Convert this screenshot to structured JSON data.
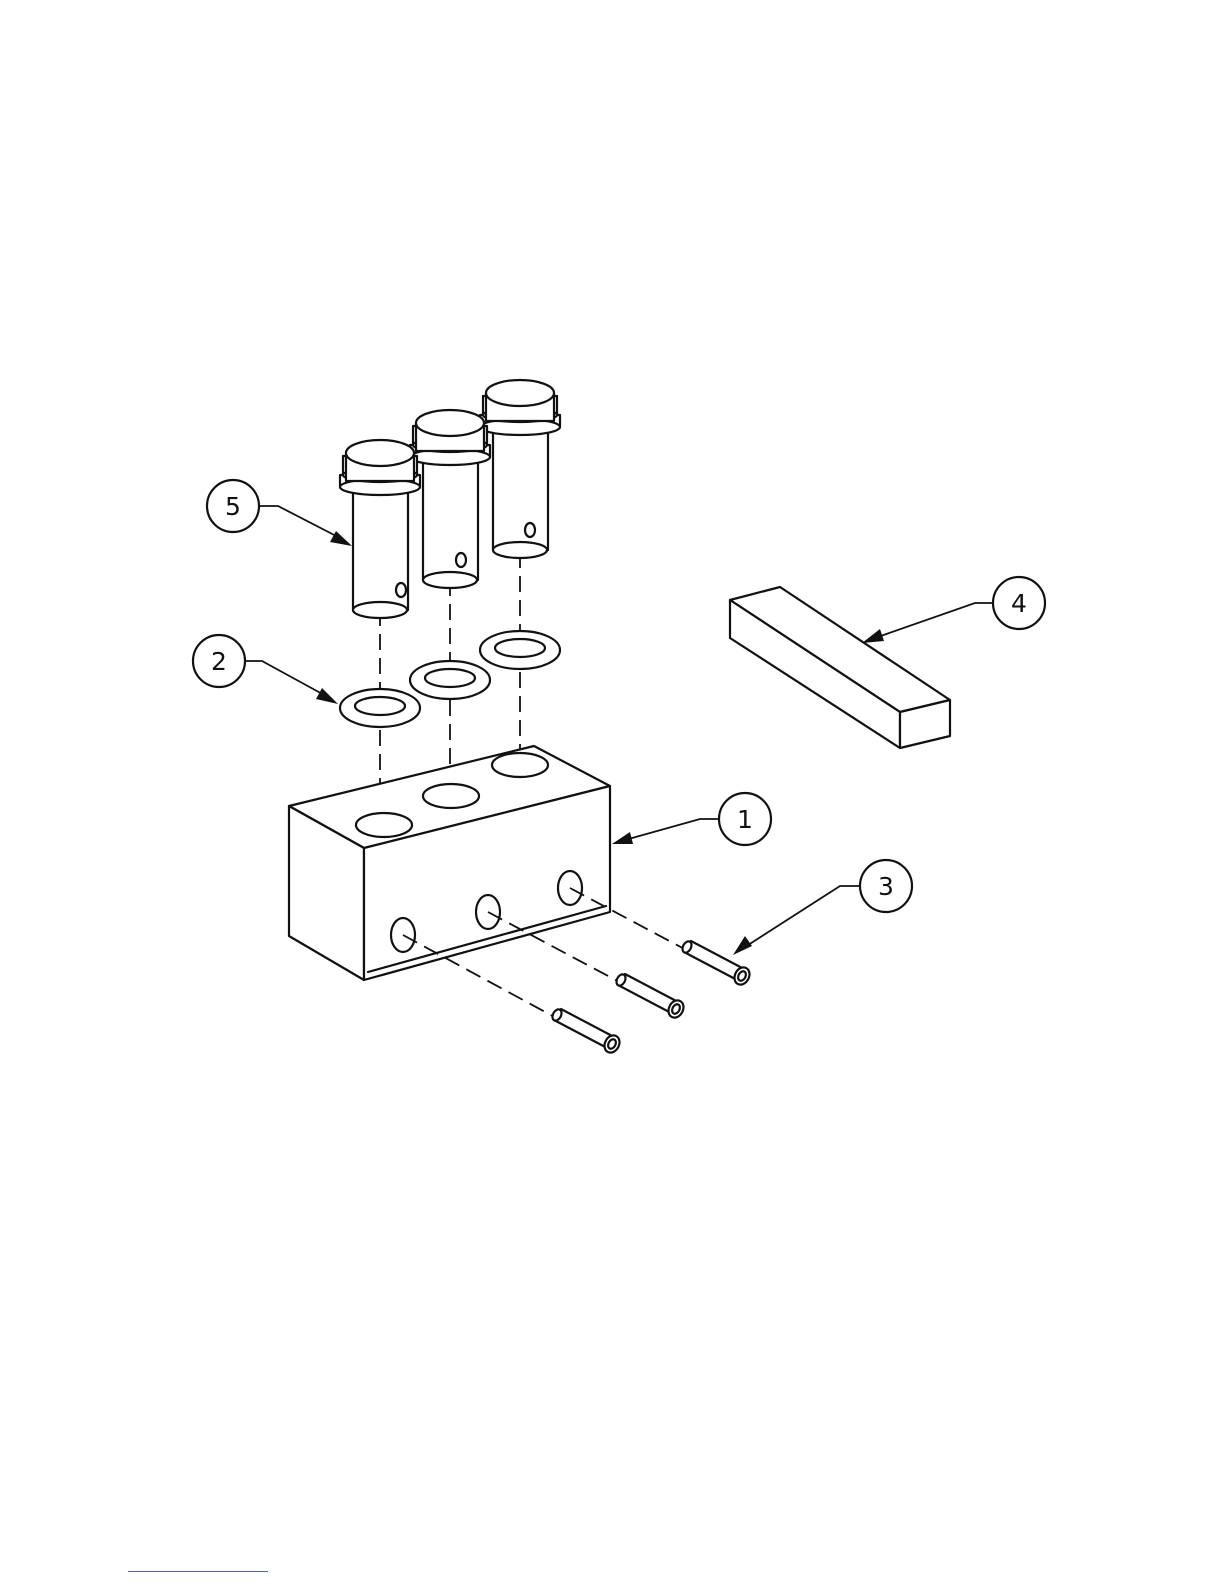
{
  "diagram": {
    "callouts": [
      {
        "id": "callout-1",
        "label": "1"
      },
      {
        "id": "callout-2",
        "label": "2"
      },
      {
        "id": "callout-3",
        "label": "3"
      },
      {
        "id": "callout-4",
        "label": "4"
      },
      {
        "id": "callout-5",
        "label": "5"
      }
    ]
  },
  "colors": {
    "line": "#111111",
    "background": "#ffffff",
    "footer_rule": "#4a66c8"
  }
}
